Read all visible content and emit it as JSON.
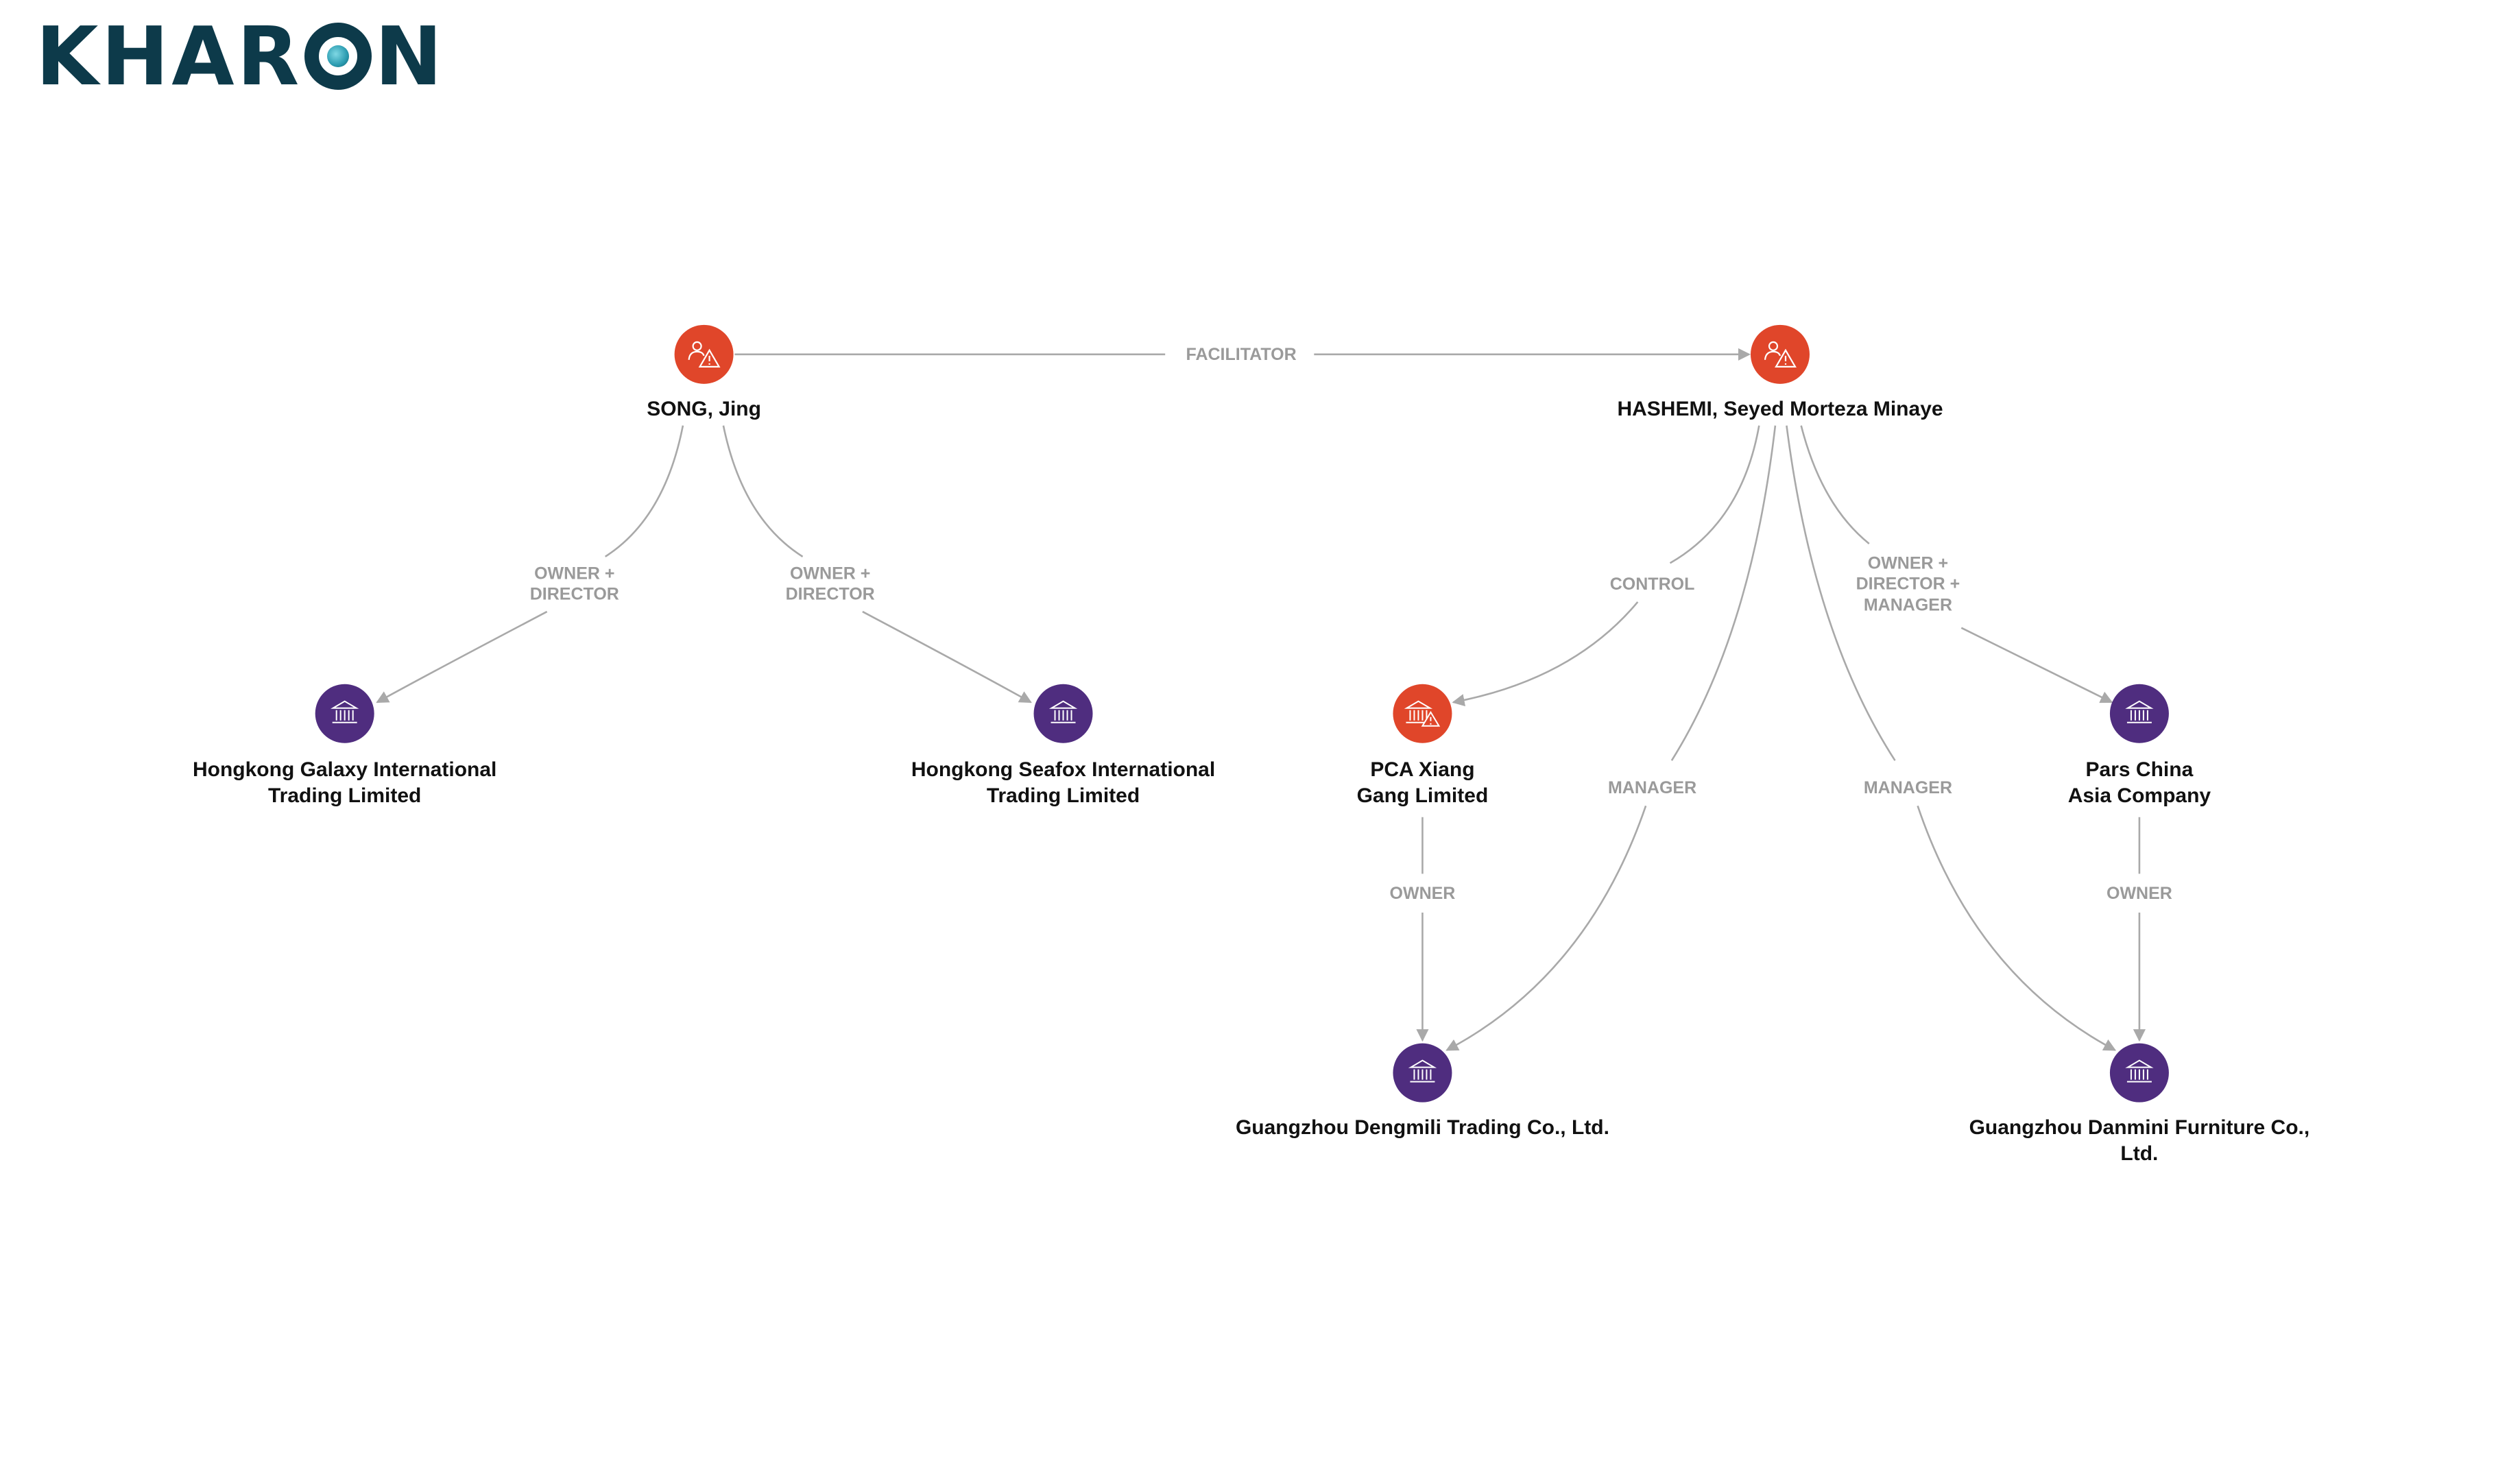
{
  "brand": {
    "name": "KHARON",
    "prefix": "KHAR",
    "suffix": "N"
  },
  "colors": {
    "risk": "#e0462a",
    "entity": "#4f2d7f",
    "edge": "#a9a9a9",
    "edge_label": "#9a9a9a",
    "brand": "#0d3a4a"
  },
  "nodes": [
    {
      "id": "song",
      "label": "SONG, Jing",
      "type": "person-risk",
      "icon": "person-warning-icon"
    },
    {
      "id": "hashemi",
      "label": "HASHEMI, Seyed Morteza Minaye",
      "type": "person-risk",
      "icon": "person-warning-icon"
    },
    {
      "id": "hk_galaxy",
      "label": "Hongkong Galaxy International\nTrading Limited",
      "type": "company",
      "icon": "bank-icon"
    },
    {
      "id": "hk_seafox",
      "label": "Hongkong Seafox International\nTrading Limited",
      "type": "company",
      "icon": "bank-icon"
    },
    {
      "id": "pca",
      "label": "PCA Xiang\nGang Limited",
      "type": "company-risk",
      "icon": "bank-warning-icon"
    },
    {
      "id": "pars",
      "label": "Pars China\nAsia Company",
      "type": "company",
      "icon": "bank-icon"
    },
    {
      "id": "dengmili",
      "label": "Guangzhou Dengmili Trading Co., Ltd.",
      "type": "company",
      "icon": "bank-icon"
    },
    {
      "id": "danmini",
      "label": "Guangzhou Danmini Furniture Co., Ltd.",
      "type": "company",
      "icon": "bank-icon"
    }
  ],
  "edges": [
    {
      "from": "song",
      "to": "hashemi",
      "label": "FACILITATOR"
    },
    {
      "from": "song",
      "to": "hk_galaxy",
      "label": "OWNER +\nDIRECTOR"
    },
    {
      "from": "song",
      "to": "hk_seafox",
      "label": "OWNER +\nDIRECTOR"
    },
    {
      "from": "hashemi",
      "to": "pca",
      "label": "CONTROL"
    },
    {
      "from": "hashemi",
      "to": "dengmili",
      "label": "MANAGER"
    },
    {
      "from": "hashemi",
      "to": "danmini",
      "label": "MANAGER"
    },
    {
      "from": "hashemi",
      "to": "pars",
      "label": "OWNER +\nDIRECTOR +\nMANAGER"
    },
    {
      "from": "pca",
      "to": "dengmili",
      "label": "OWNER"
    },
    {
      "from": "pars",
      "to": "danmini",
      "label": "OWNER"
    }
  ]
}
